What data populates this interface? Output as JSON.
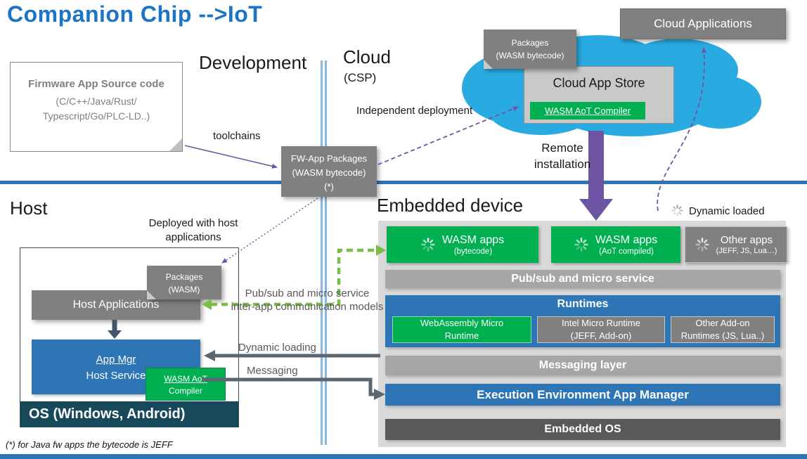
{
  "colors": {
    "title_blue": "#1B74C5",
    "accent_blue": "#2E75B6",
    "green": "#00B050",
    "gray": "#808080",
    "light_gray_panel": "#D9D9D9",
    "mid_gray_bar": "#A6A6A6",
    "dark_gray_bar": "#595959",
    "os_teal": "#17495B",
    "purple_arrow": "#7054A3",
    "green_arrow": "#7CBB44",
    "cloud_cyan": "#29ABE2"
  },
  "title": "Companion Chip -->IoT",
  "footnote": "(*) for Java fw apps the bytecode is JEFF",
  "labels": {
    "development": "Development",
    "cloud": "Cloud",
    "cloud_sub": "(CSP)",
    "host": "Host",
    "embedded_device": "Embedded device",
    "toolchains": "toolchains",
    "independent_deployment": "Independent deployment",
    "remote_line1": "Remote",
    "remote_line2": "installation",
    "dynamic_loaded": "Dynamic loaded",
    "deployed_line1": "Deployed with host",
    "deployed_line2": "applications",
    "pubsub_note_line1": "Pub/sub and micro service",
    "pubsub_note_line2": "inter-app communication models",
    "dynamic_loading": "Dynamic loading",
    "messaging": "Messaging"
  },
  "cloud": {
    "cloud_applications": "Cloud Applications",
    "packages_tag_line1": "Packages",
    "packages_tag_line2": "(WASM bytecode)",
    "app_store_title": "Cloud App Store",
    "aot_compiler": "WASM AoT Compiler"
  },
  "development": {
    "firmware_title": "Firmware App Source code",
    "firmware_line2": "(C/C++/Java/Rust/",
    "firmware_line3": "Typescript/Go/PLC-LD..)",
    "fw_pkg_line1": "FW-App Packages",
    "fw_pkg_line2": "(WASM bytecode)",
    "fw_pkg_line3": "(*)"
  },
  "host": {
    "packages_tag_line1": "Packages",
    "packages_tag_line2": "(WASM)",
    "host_applications": "Host Applications",
    "app_mgr_line1": "App Mgr",
    "app_mgr_line2": "Host Service",
    "compiler_line1": "WASM AoT",
    "compiler_line2": "Compiler",
    "os_bar": "OS (Windows, Android)"
  },
  "embedded": {
    "apps": [
      {
        "title": "WASM apps",
        "sub": "(bytecode)"
      },
      {
        "title": "WASM apps",
        "sub": "(AoT compiled)"
      },
      {
        "title": "Other apps",
        "sub": "(JEFF, JS, Lua…)"
      }
    ],
    "pubsub_bar": "Pub/sub and micro service",
    "runtimes_title": "Runtimes",
    "runtime_items": [
      {
        "line1": "WebAssembly Micro",
        "line2": "Runtime"
      },
      {
        "line1": "Intel Micro Runtime",
        "line2": "(JEFF, Add-on)"
      },
      {
        "line1": "Other Add-on",
        "line2": "Runtimes (JS, Lua..)"
      }
    ],
    "messaging_layer": "Messaging layer",
    "exec_env": "Execution Environment App Manager",
    "embedded_os": "Embedded OS"
  }
}
